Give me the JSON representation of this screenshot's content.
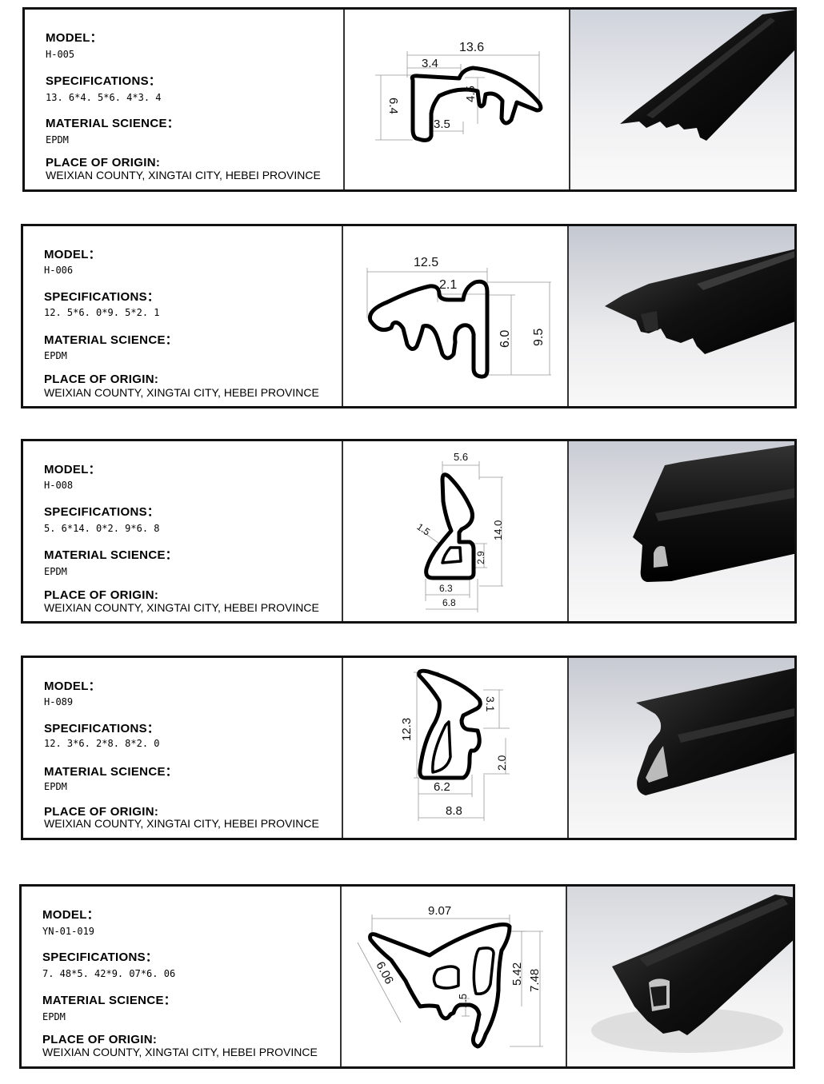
{
  "labels": {
    "model": "MODEL：",
    "specifications": "SPECIFICATIONS：",
    "material": "MATERIAL SCIENCE：",
    "origin": "PLACE OF ORIGIN:"
  },
  "products": [
    {
      "model": "H-005",
      "spec": "13. 6*4. 5*6. 4*3. 4",
      "material": "EPDM",
      "origin": "WEIXIAN COUNTY, XINGTAI CITY, HEBEI PROVINCE",
      "dims": [
        "13.6",
        "3.4",
        "4.5",
        "6.4",
        "3.5"
      ]
    },
    {
      "model": "H-006",
      "spec": "12. 5*6. 0*9. 5*2. 1",
      "material": "EPDM",
      "origin": "WEIXIAN COUNTY, XINGTAI CITY, HEBEI PROVINCE",
      "dims": [
        "12.5",
        "2.1",
        "6.0",
        "9.5"
      ]
    },
    {
      "model": "H-008",
      "spec": "5. 6*14. 0*2. 9*6. 8",
      "material": "EPDM",
      "origin": "WEIXIAN COUNTY, XINGTAI CITY, HEBEI PROVINCE",
      "dims": [
        "5.6",
        "14.0",
        "1.5",
        "2.9",
        "6.3",
        "6.8"
      ]
    },
    {
      "model": "H-089",
      "spec": "12. 3*6. 2*8. 8*2. 0",
      "material": "EPDM",
      "origin": "WEIXIAN COUNTY, XINGTAI CITY, HEBEI PROVINCE",
      "dims": [
        "12.3",
        "3.1",
        "2.0",
        "6.2",
        "8.8"
      ]
    },
    {
      "model": "YN-01-019",
      "spec": "7. 48*5. 42*9. 07*6. 06",
      "material": "EPDM",
      "origin": "WEIXIAN COUNTY, XINGTAI CITY, HEBEI PROVINCE",
      "dims": [
        "9.07",
        "6.06",
        "5.42",
        "7.48",
        "1.5"
      ]
    }
  ]
}
